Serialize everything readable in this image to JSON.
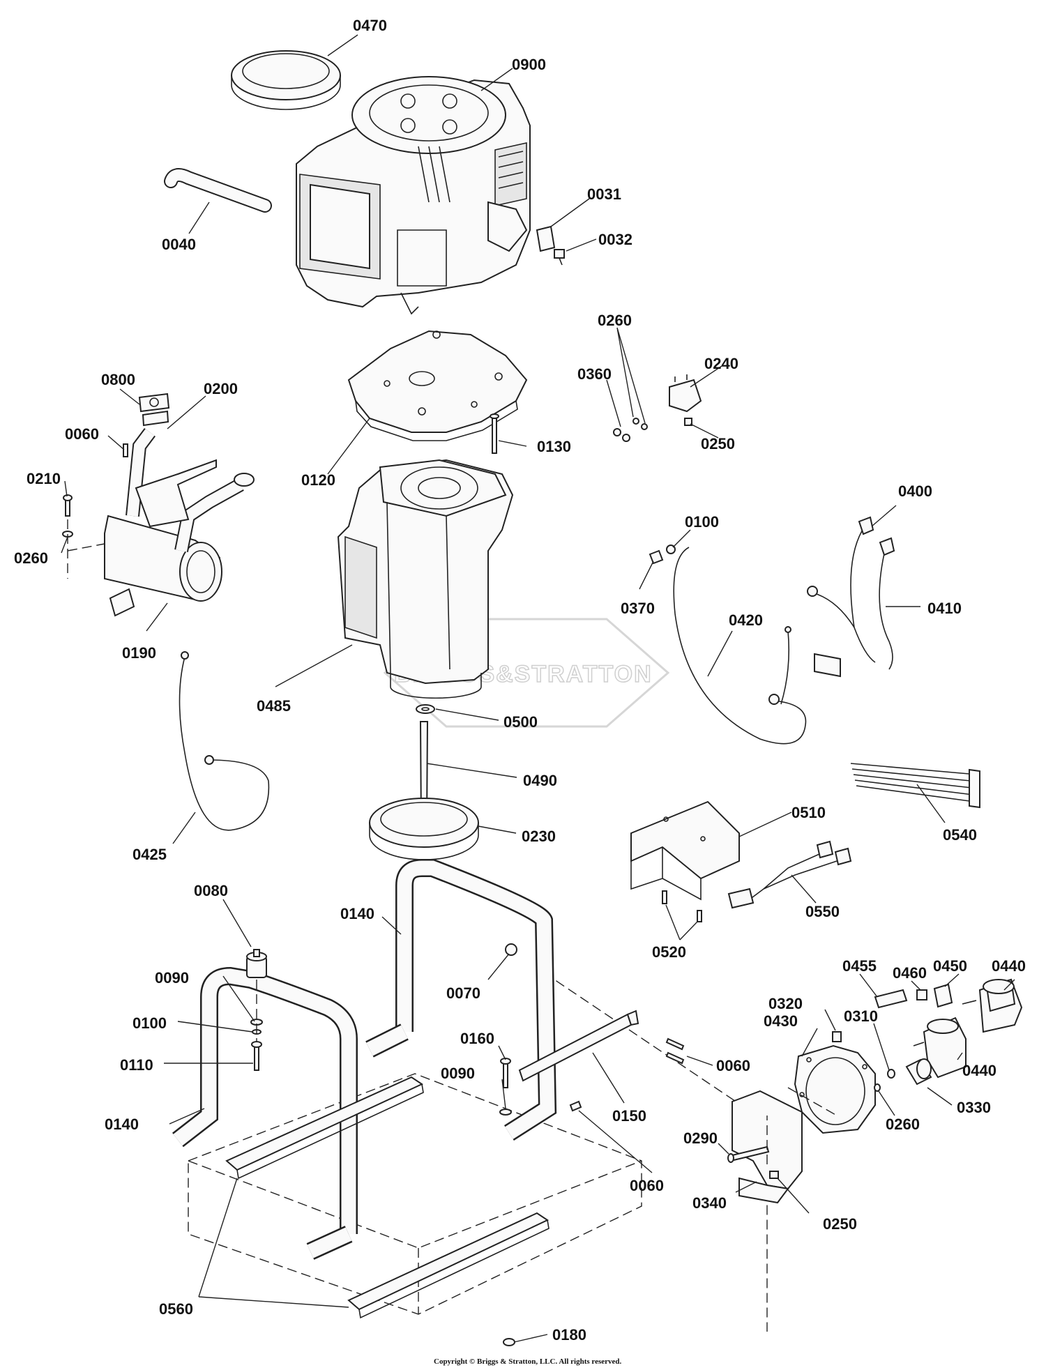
{
  "diagram": {
    "watermark": "BRIGGS&STRATTON",
    "copyright": "Copyright © Briggs & Stratton, LLC. All rights reserved.",
    "labels": [
      {
        "id": "l0470",
        "text": "0470"
      },
      {
        "id": "l0900",
        "text": "0900"
      },
      {
        "id": "l0031",
        "text": "0031"
      },
      {
        "id": "l0032",
        "text": "0032"
      },
      {
        "id": "l0040",
        "text": "0040"
      },
      {
        "id": "l0260a",
        "text": "0260"
      },
      {
        "id": "l0360",
        "text": "0360"
      },
      {
        "id": "l0240",
        "text": "0240"
      },
      {
        "id": "l0250a",
        "text": "0250"
      },
      {
        "id": "l0800",
        "text": "0800"
      },
      {
        "id": "l0200",
        "text": "0200"
      },
      {
        "id": "l0060a",
        "text": "0060"
      },
      {
        "id": "l0210",
        "text": "0210"
      },
      {
        "id": "l0260b",
        "text": "0260"
      },
      {
        "id": "l0190",
        "text": "0190"
      },
      {
        "id": "l0120",
        "text": "0120"
      },
      {
        "id": "l0130",
        "text": "0130"
      },
      {
        "id": "l0100a",
        "text": "0100"
      },
      {
        "id": "l0400",
        "text": "0400"
      },
      {
        "id": "l0370",
        "text": "0370"
      },
      {
        "id": "l0420",
        "text": "0420"
      },
      {
        "id": "l0410",
        "text": "0410"
      },
      {
        "id": "l0485",
        "text": "0485"
      },
      {
        "id": "l0500",
        "text": "0500"
      },
      {
        "id": "l0490",
        "text": "0490"
      },
      {
        "id": "l0425",
        "text": "0425"
      },
      {
        "id": "l0230",
        "text": "0230"
      },
      {
        "id": "l0540",
        "text": "0540"
      },
      {
        "id": "l0510",
        "text": "0510"
      },
      {
        "id": "l0550",
        "text": "0550"
      },
      {
        "id": "l0520",
        "text": "0520"
      },
      {
        "id": "l0080",
        "text": "0080"
      },
      {
        "id": "l0140a",
        "text": "0140"
      },
      {
        "id": "l0090a",
        "text": "0090"
      },
      {
        "id": "l0070",
        "text": "0070"
      },
      {
        "id": "l0100b",
        "text": "0100"
      },
      {
        "id": "l0110",
        "text": "0110"
      },
      {
        "id": "l0160",
        "text": "0160"
      },
      {
        "id": "l0090b",
        "text": "0090"
      },
      {
        "id": "l0140b",
        "text": "0140"
      },
      {
        "id": "l0150",
        "text": "0150"
      },
      {
        "id": "l0060b",
        "text": "0060"
      },
      {
        "id": "l0060c",
        "text": "0060"
      },
      {
        "id": "l0455",
        "text": "0455"
      },
      {
        "id": "l0460",
        "text": "0460"
      },
      {
        "id": "l0450",
        "text": "0450"
      },
      {
        "id": "l0440a",
        "text": "0440"
      },
      {
        "id": "l0320",
        "text": "0320"
      },
      {
        "id": "l0430",
        "text": "0430"
      },
      {
        "id": "l0310",
        "text": "0310"
      },
      {
        "id": "l0440b",
        "text": "0440"
      },
      {
        "id": "l0330",
        "text": "0330"
      },
      {
        "id": "l0260c",
        "text": "0260"
      },
      {
        "id": "l0290",
        "text": "0290"
      },
      {
        "id": "l0340",
        "text": "0340"
      },
      {
        "id": "l0250b",
        "text": "0250"
      },
      {
        "id": "l0560",
        "text": "0560"
      },
      {
        "id": "l0180",
        "text": "0180"
      }
    ]
  }
}
